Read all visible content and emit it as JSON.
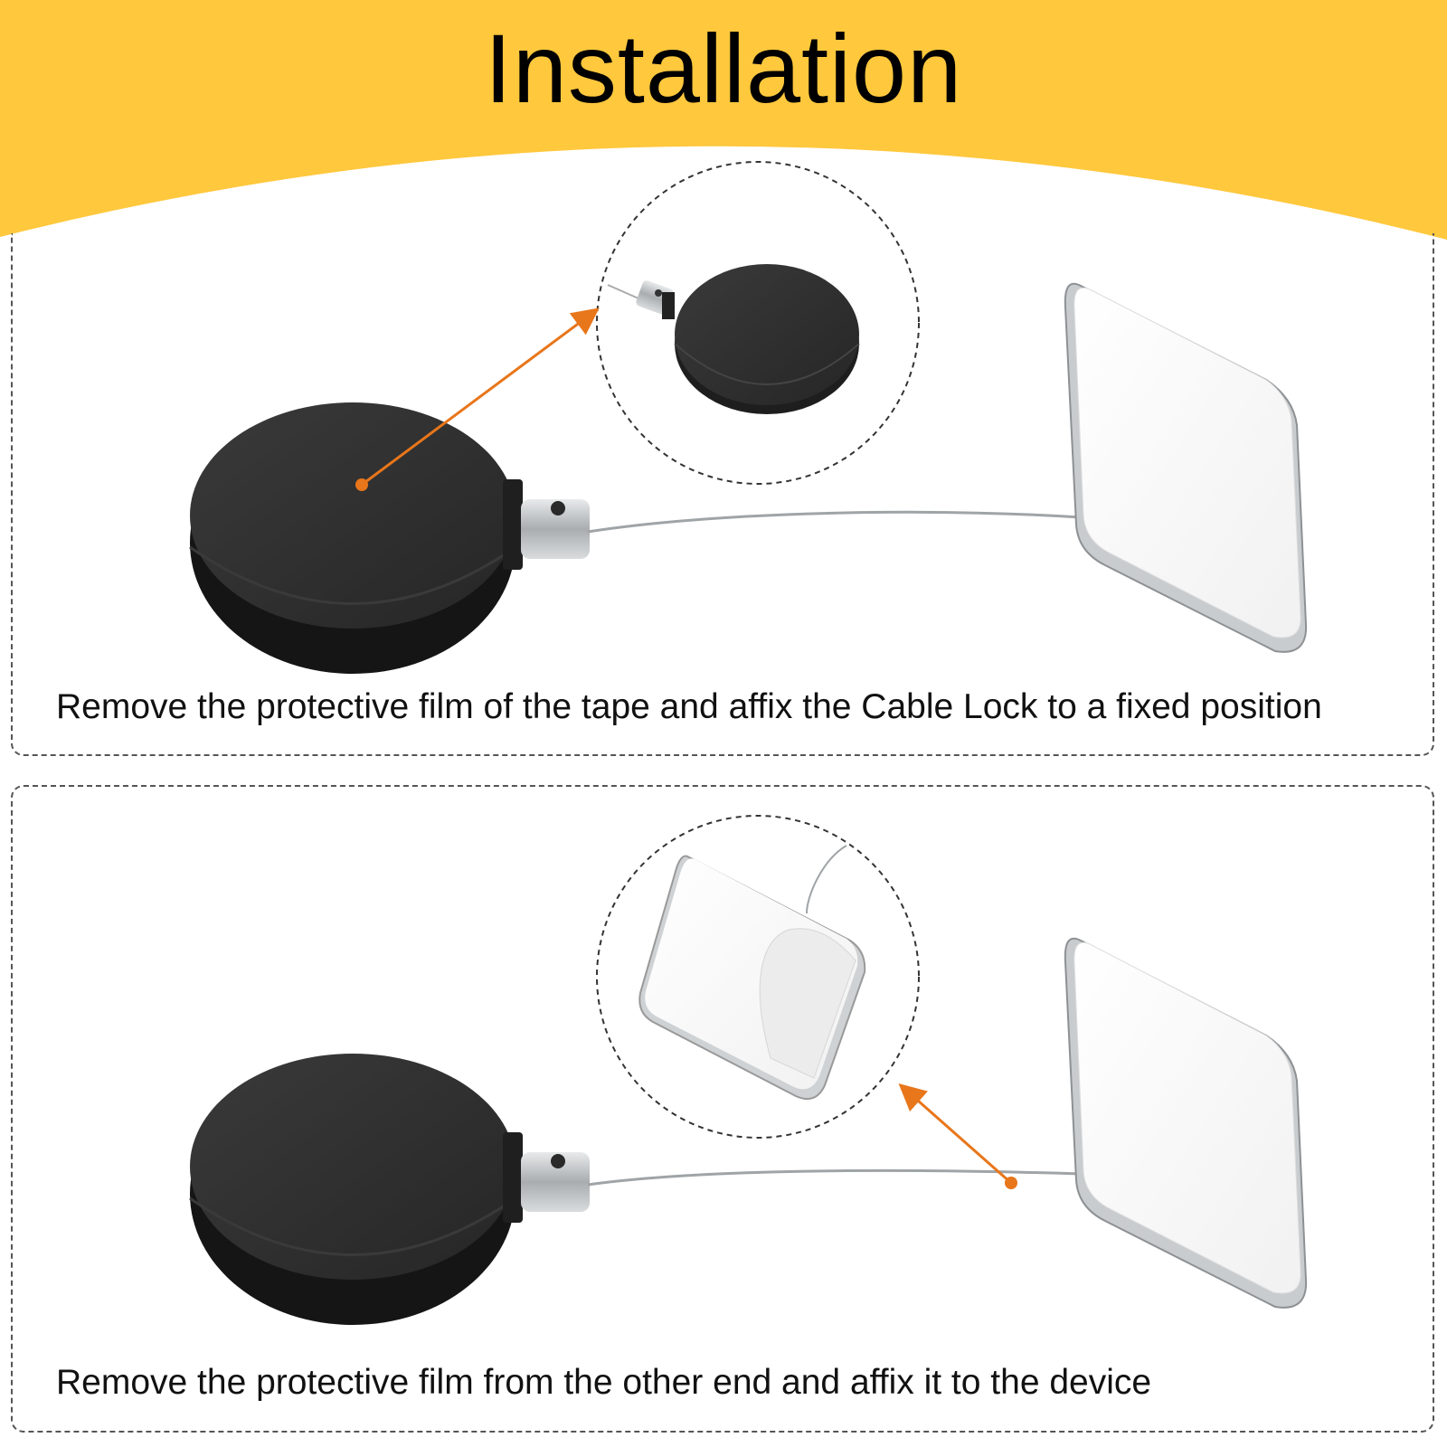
{
  "header": {
    "title": "Installation",
    "banner_color": "#FFC83D"
  },
  "steps": [
    {
      "caption": "Remove the protective film of the tape and affix the Cable Lock to a fixed position"
    },
    {
      "caption": "Remove the protective film from the other end and affix it to the device"
    }
  ],
  "colors": {
    "accent": "#E8761A",
    "lock_body": "#2B2B2B",
    "steel": "#BFC3C6",
    "pad": "#FFFFFF"
  },
  "icons": [
    "retractable-cable-lock",
    "adhesive-pad",
    "peeling-film",
    "pointer-arrow"
  ]
}
